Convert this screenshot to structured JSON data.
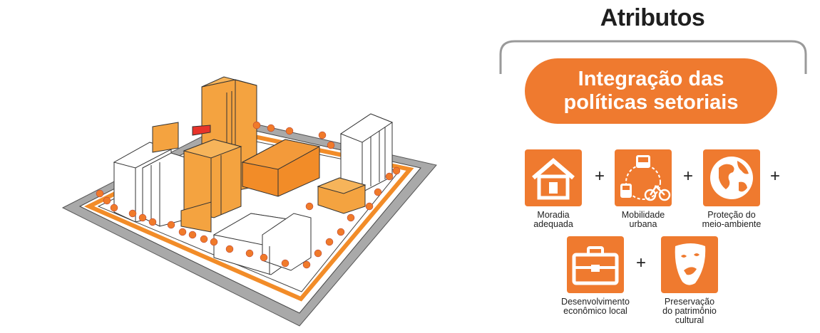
{
  "title": "Atributos",
  "banner": {
    "line1": "Integração das",
    "line2": "políticas setoriais"
  },
  "attributes": [
    {
      "icon": "house-icon",
      "line1": "Moradia",
      "line2": "adequada"
    },
    {
      "icon": "transport-icon",
      "line1": "Mobilidade",
      "line2": "urbana"
    },
    {
      "icon": "globe-icon",
      "line1": "Proteção do",
      "line2": "meio-ambiente"
    },
    {
      "icon": "briefcase-icon",
      "line1": "Desenvolvimento",
      "line2": "econômico local"
    },
    {
      "icon": "theater-mask-icon",
      "line1": "Preservação",
      "line2": "do patrimônio",
      "line3": "cultural"
    }
  ],
  "plus": "+",
  "colors": {
    "accent": "#ef7a2f",
    "building_orange": "#f4a340",
    "building_dark_orange": "#f28c28",
    "ground": "#aaaaaa",
    "highlight": "#e8332a"
  }
}
